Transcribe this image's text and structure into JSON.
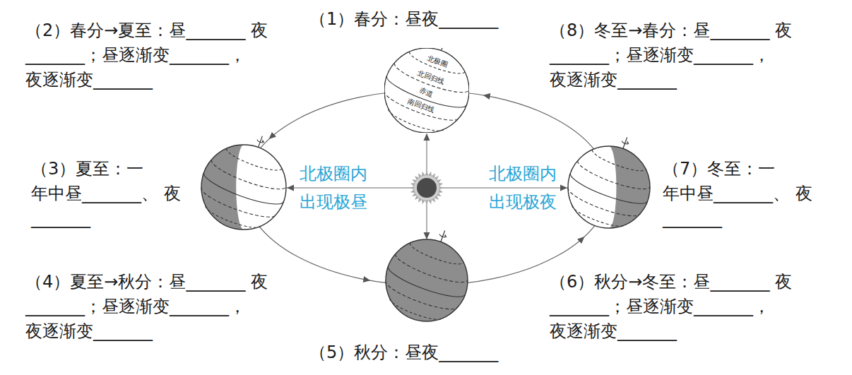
{
  "diagram": {
    "nodes": [
      {
        "text": [
          "北极圈",
          "北回归线",
          "赤道",
          "南回归线"
        ]
      }
    ],
    "labels": [
      "（1）春分：昼夜_______",
      "（2）春分→夏至：昼_______ 夜_______；昼逐渐变_______， 夜逐渐变_______",
      "（8）冬至→春分：昼_______ 夜_______；昼逐渐变_______， 夜逐渐变_______",
      "（3）夏至：一 年中昼_______、 夜_______",
      "北极圈内 出现极昼",
      "北极圈内 出现极夜",
      "（7）冬至：一 年中昼_______、 夜_______",
      "（4）夏至→秋分：昼_______ 夜_______；昼逐渐变_______， 夜逐渐变_______",
      "（6）秋分→冬至：昼_______ 夜_______；昼逐渐变_______， 夜逐渐变_______",
      "（5）秋分：昼夜_______"
    ]
  }
}
